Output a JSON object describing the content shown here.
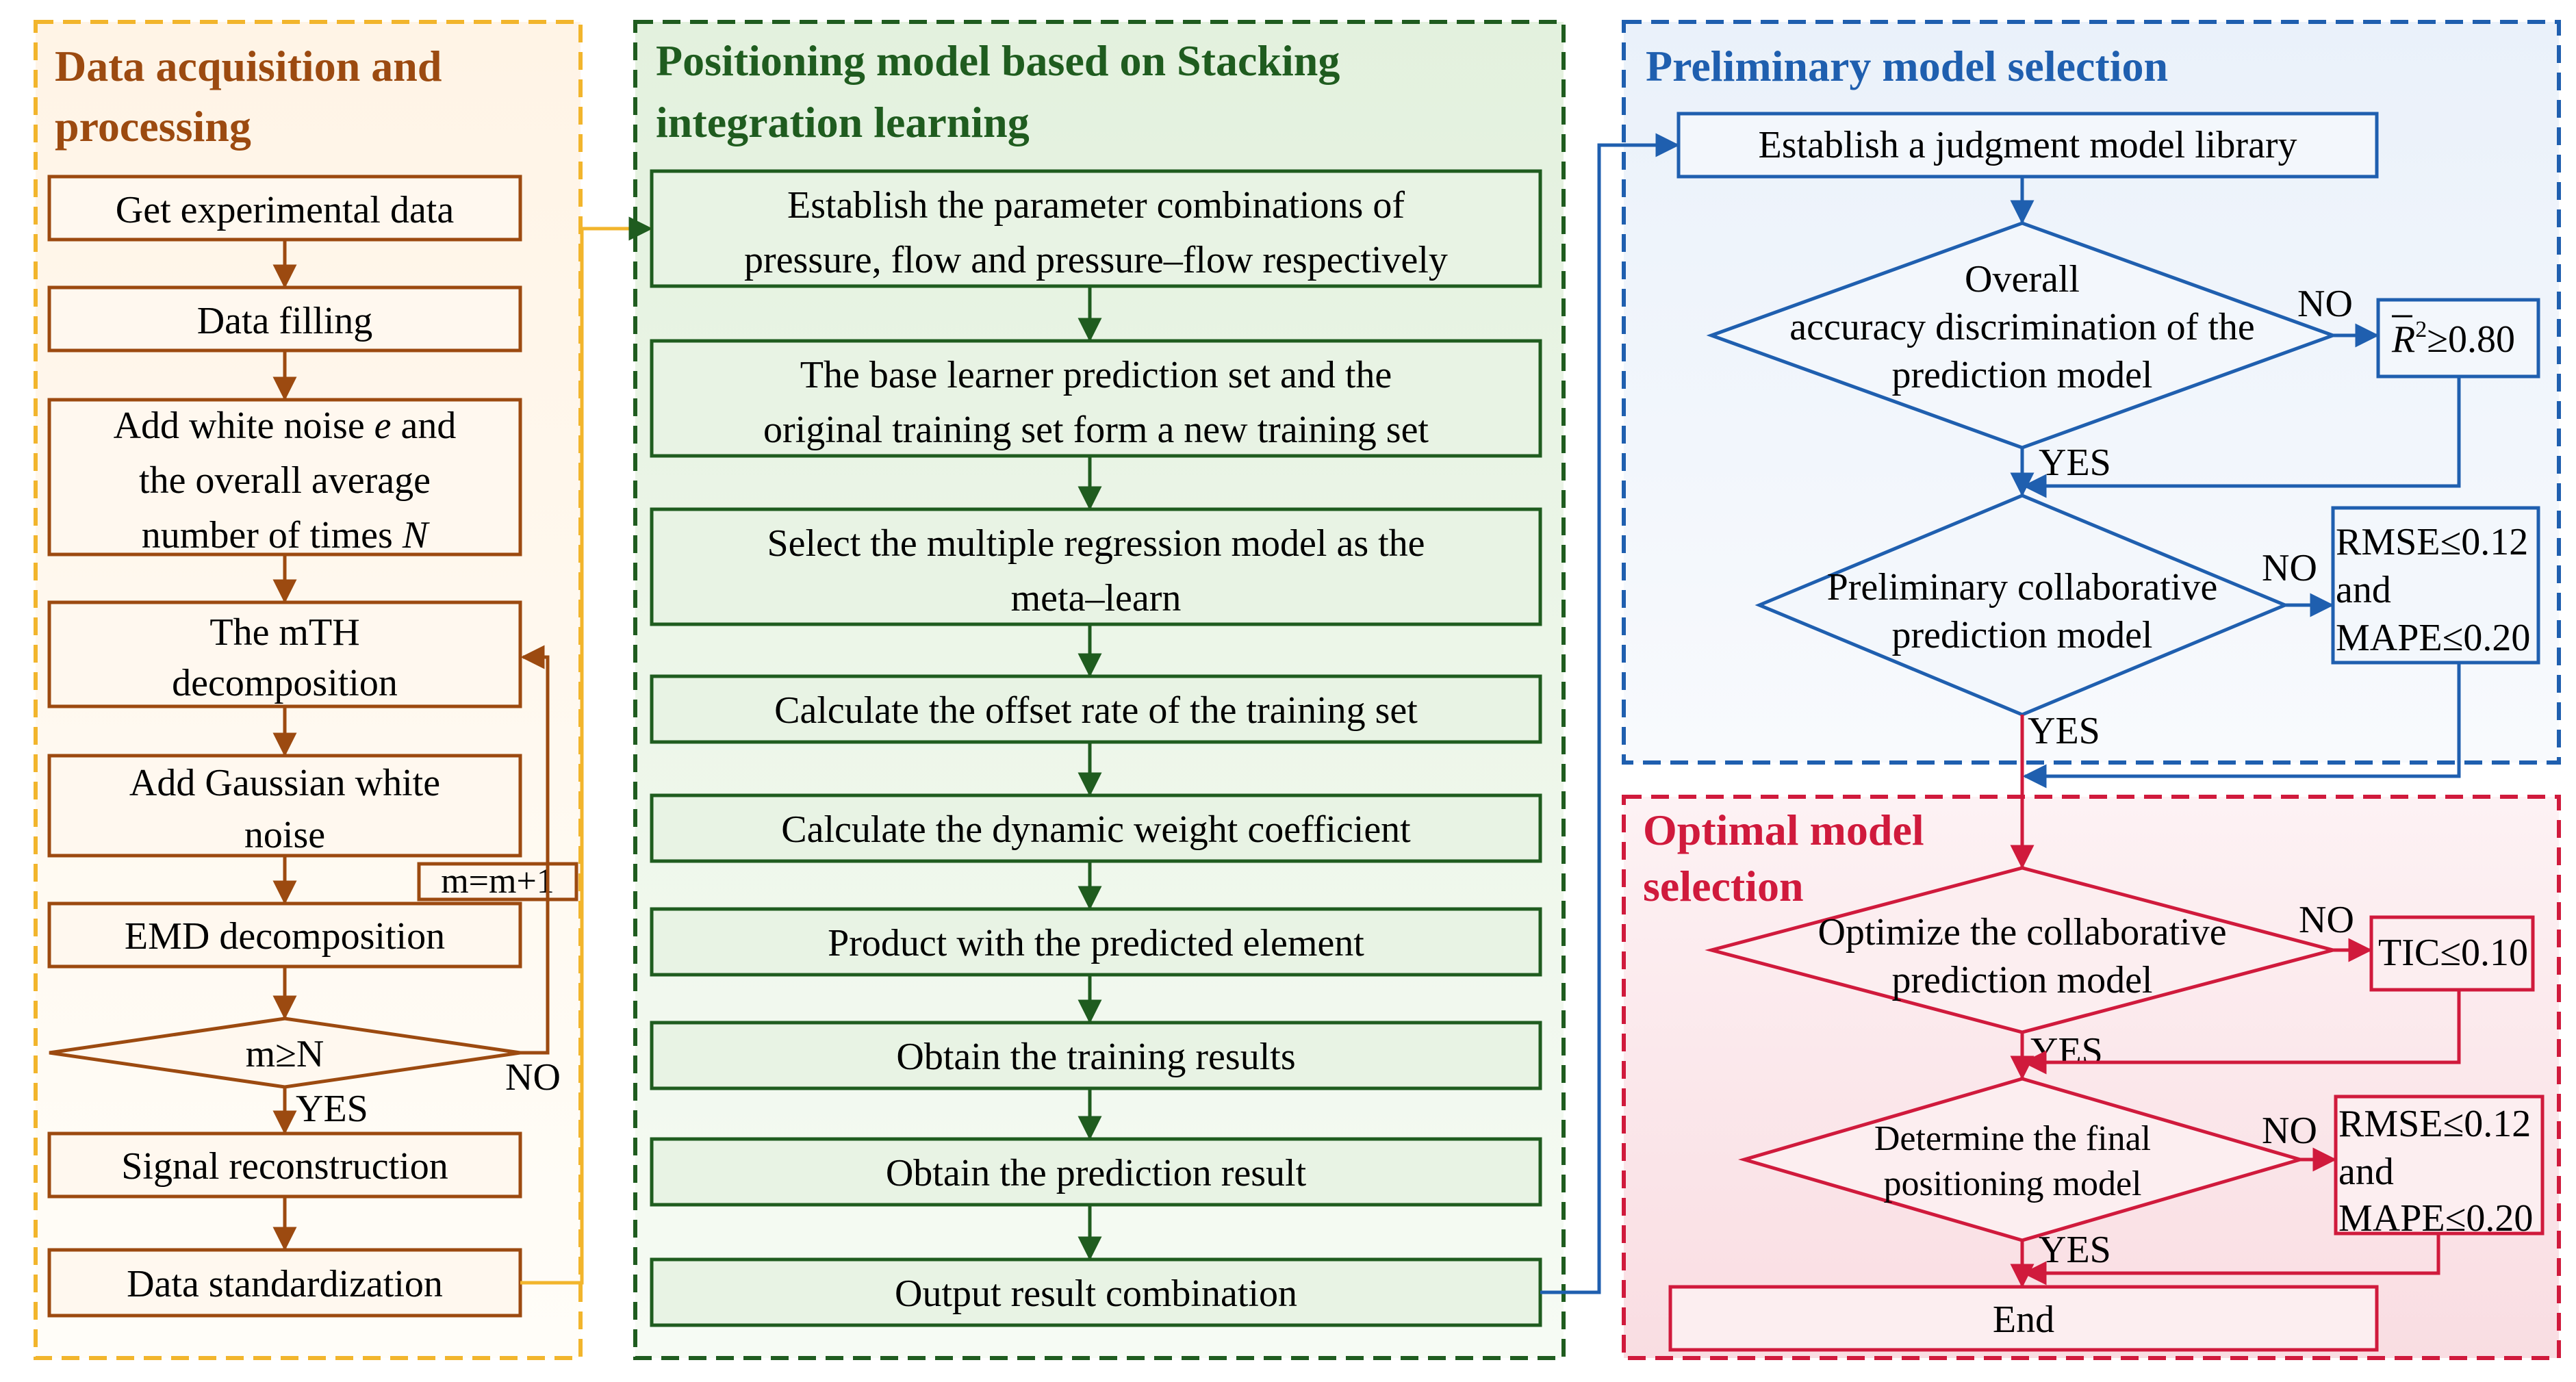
{
  "colors": {
    "orange": "#9C4A10",
    "orange_dash": "#F2B52C",
    "orange_fill": "#FFF7EE",
    "green": "#1F5C1F",
    "green_fill": "#E6F2E2",
    "blue": "#1F5FAF",
    "blue_fill": "#EEF3FA",
    "red": "#D01A3C",
    "red_fill": "#FBE7EA"
  },
  "panel1": {
    "title_line1": "Data acquisition and",
    "title_line2": "processing",
    "steps": {
      "get_data": "Get experimental data",
      "filling": "Data filling",
      "noise_line1a": "Add white noise ",
      "noise_e": "e",
      "noise_line1b": " and",
      "noise_line2": "the overall average",
      "noise_line3a": "number of times ",
      "noise_N": "N",
      "mth_line1": "The mTH",
      "mth_line2": "decomposition",
      "gauss_line1": "Add Gaussian white",
      "gauss_line2": "noise",
      "emd": "EMD decomposition",
      "condition": "m≥N",
      "increment": "m=m+1",
      "no": "NO",
      "yes": "YES",
      "reconstruction": "Signal reconstruction",
      "standardization": "Data standardization"
    }
  },
  "panel2": {
    "title_line1": "Positioning model based on Stacking",
    "title_line2": "integration learning",
    "steps": {
      "s1_line1": "Establish the parameter combinations of",
      "s1_line2": "pressure, flow and pressure–flow respectively",
      "s2_line1": "The base learner prediction set and the",
      "s2_line2": "original training set form a new training set",
      "s3_line1": "Select the multiple regression model as the",
      "s3_line2": "meta–learn",
      "s4": "Calculate the offset rate of the training set",
      "s5": "Calculate the dynamic weight coefficient",
      "s6": "Product with the predicted element",
      "s7": "Obtain the training results",
      "s8": "Obtain the prediction result",
      "s9": "Output result combination"
    }
  },
  "panel3": {
    "title": "Preliminary model selection",
    "library": "Establish a judgment model library",
    "d1_line1": "Overall",
    "d1_line2": "accuracy discrimination of the",
    "d1_line3": "prediction model",
    "r2_symbol": "R",
    "r2_exp": "2",
    "r2_rest": "≥0.80",
    "d2_line1": "Preliminary collaborative",
    "d2_line2": "prediction model",
    "crit_line1": "RMSE≤0.12",
    "crit_line2": "and",
    "crit_line3": "MAPE≤0.20",
    "no": "NO",
    "yes": "YES"
  },
  "panel4": {
    "title_line1": "Optimal model",
    "title_line2": "selection",
    "d3_line1": "Optimize the collaborative",
    "d3_line2": "prediction model",
    "tic": "TIC≤0.10",
    "d4_line1": "Determine the final",
    "d4_line2": "positioning model",
    "crit_line1": "RMSE≤0.12",
    "crit_line2": "and",
    "crit_line3": "MAPE≤0.20",
    "end": "End",
    "no": "NO",
    "yes": "YES"
  }
}
